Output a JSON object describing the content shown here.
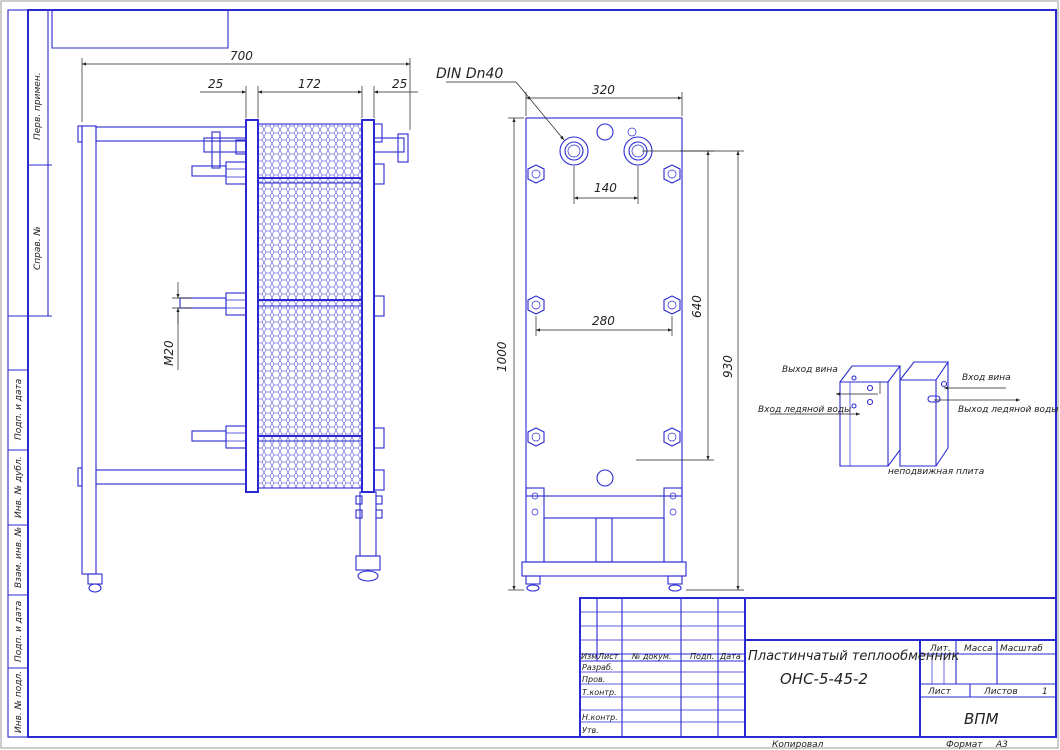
{
  "sheet": {
    "side_labels": [
      "Перв. примен.",
      "Справ. №",
      "Подп. и дата",
      "Инв. № дубл.",
      "Взам. инв. №",
      "Подп. и дата",
      "Инв. № подл."
    ]
  },
  "dimensions": {
    "overall_length": "700",
    "flange_left": "25",
    "plate_pack": "172",
    "flange_right": "25",
    "connection": "DIN Dn40",
    "frame_width": "320",
    "port_spacing_top": "140",
    "bolt_spacing": "280",
    "port_vertical": "640",
    "height_total": "1000",
    "height_to_port": "930",
    "thread": "M20"
  },
  "flow_labels": {
    "wine_out": "Выход вина",
    "ice_water_in": "Вход ледяной воды",
    "wine_in": "Вход вина",
    "ice_water_out": "Выход ледяной воды",
    "fixed_plate": "неподвижная плита"
  },
  "title_block": {
    "columns": [
      "Изм.",
      "Лист",
      "№ докум.",
      "Подп.",
      "Дата"
    ],
    "rows": [
      "Разраб.",
      "Пров.",
      "Т.контр.",
      "Н.контр.",
      "Утв."
    ],
    "product_name": "Пластинчатый теплообменник",
    "product_code": "ОНС-5-45-2",
    "lit": "Лит.",
    "mass": "Масса",
    "scale": "Масштаб",
    "sheet": "Лист",
    "sheets": "Листов",
    "sheets_count": "1",
    "organization": "ВПМ",
    "copied": "Копировал",
    "format_label": "Формат",
    "format_value": "А3"
  }
}
